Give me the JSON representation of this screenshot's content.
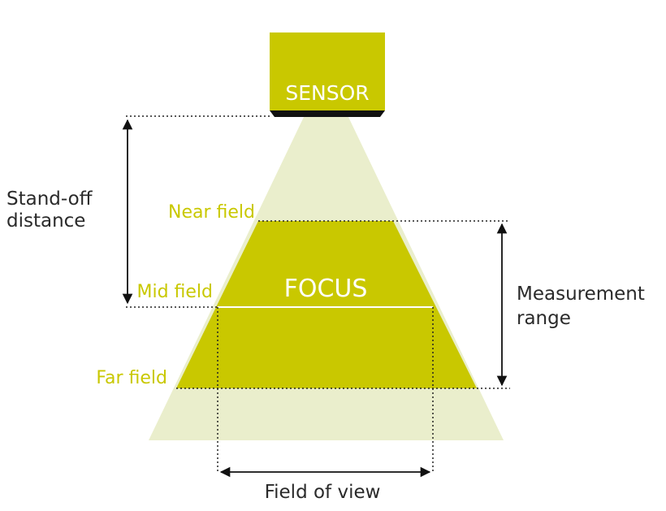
{
  "diagram": {
    "sensor_label": "SENSOR",
    "focus_label": "FOCUS",
    "near_field": "Near field",
    "mid_field": "Mid field",
    "far_field": "Far field",
    "standoff_line1": "Stand-off",
    "standoff_line2": "distance",
    "measurement_line1": "Measurement",
    "measurement_line2": "range",
    "field_of_view": "Field of view"
  },
  "colors": {
    "accent": "#c9c800",
    "light_cone": "#eaeecc",
    "text": "#2a2a2a",
    "sensor_base": "#111111"
  }
}
